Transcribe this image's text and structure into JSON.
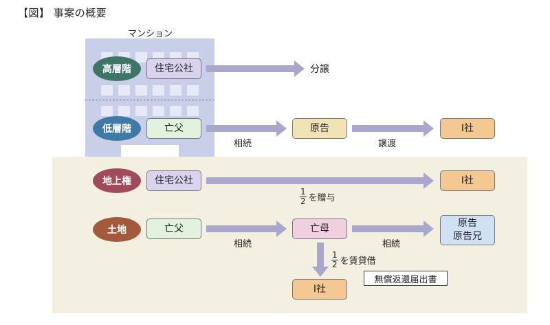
{
  "title": "【図】 事案の概要",
  "building_label": "マンション",
  "upper": {
    "oval": "高層階",
    "owner": "住宅公社",
    "action": "分譲"
  },
  "lower": {
    "oval": "低層階",
    "owner": "亡父",
    "inherit_label": "相続",
    "heir": "原告",
    "transfer_label": "譲渡",
    "buyer": "I社"
  },
  "superficies": {
    "oval": "地上権",
    "owner": "住宅公社",
    "gift_fraction_num": "1",
    "gift_fraction_den": "2",
    "gift_text": "を贈与",
    "recipient": "I社"
  },
  "land": {
    "oval": "土地",
    "owner": "亡父",
    "inherit_label": "相続",
    "heir": "亡母",
    "inherit2_label": "相続",
    "heirs_line1": "原告",
    "heirs_line2": "原告兄",
    "lease_fraction_num": "1",
    "lease_fraction_den": "2",
    "lease_text": "を賃貸借",
    "lessee": "I社",
    "document": "無償返還届出書"
  },
  "colors": {
    "building": "#c9cfe8",
    "land_area": "#f3f0e1",
    "arrow": "#a9a8cc",
    "oval_green": "#3e7566",
    "oval_blue": "#3f7aa6",
    "oval_red": "#a04a5c",
    "oval_brown": "#a35a3c"
  },
  "icons": [
    "arrow-right-icon",
    "arrow-down-icon"
  ]
}
